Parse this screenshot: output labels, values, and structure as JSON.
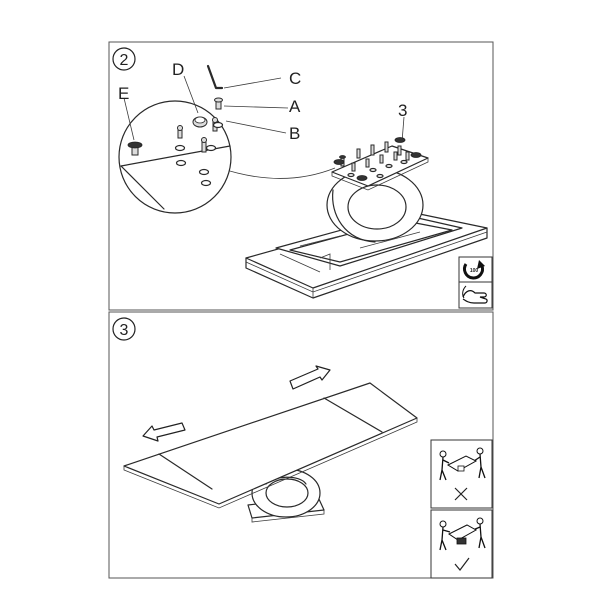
{
  "steps": [
    {
      "number": "2",
      "callout_number": "3"
    },
    {
      "number": "3"
    }
  ],
  "part_labels": {
    "a": "A",
    "b": "B",
    "c": "C",
    "d": "D",
    "e": "E"
  },
  "rotate_icon_text": "100",
  "icons": {
    "rotate": "rotate-arrow-icon",
    "hand": "hand-icon",
    "wrong": "cross-icon",
    "right": "check-icon"
  }
}
